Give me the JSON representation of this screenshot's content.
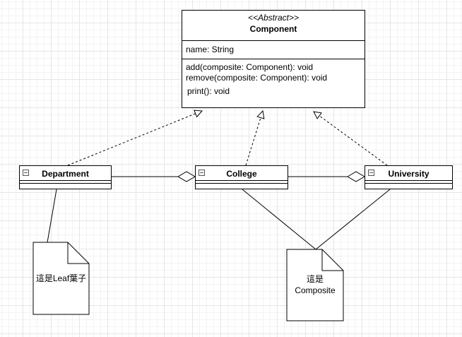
{
  "abstract_class": {
    "stereotype": "<<Abstract>>",
    "name": "Component",
    "attributes": [
      "name: String"
    ],
    "operations": [
      "add(composite: Component): void",
      "remove(composite: Component): void",
      "print(): void"
    ]
  },
  "classes": {
    "department": "Department",
    "college": "College",
    "university": "University"
  },
  "notes": {
    "leaf": "這是Leaf葉子",
    "composite_line1": "這是",
    "composite_line2": "Composite"
  }
}
